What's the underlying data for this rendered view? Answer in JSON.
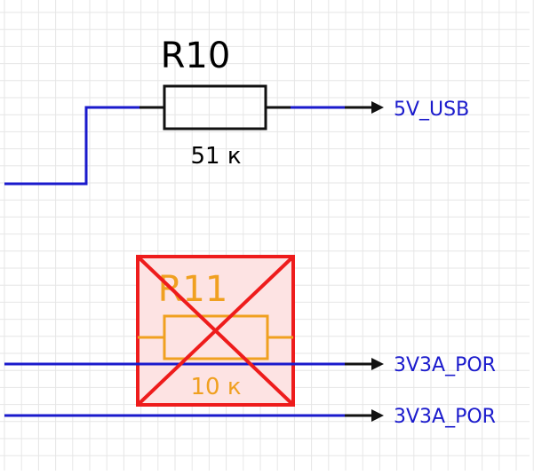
{
  "colors": {
    "background": "#ffffff",
    "grid": "#e6e6e6",
    "wire": "#1a1acc",
    "body": "#111111",
    "net_label": "#1a1acc",
    "dnp_part": "#f0a020",
    "dnp_mark": "#ee1c1c",
    "dnp_fill": "#fde3e3"
  },
  "components": {
    "r10": {
      "ref": "R10",
      "value": "51 к"
    },
    "r11": {
      "ref": "R11",
      "value": "10 к",
      "state": "do-not-place"
    }
  },
  "nets": {
    "n1": "5V_USB",
    "n2": "3V3A_POR",
    "n3": "3V3A_POR"
  }
}
